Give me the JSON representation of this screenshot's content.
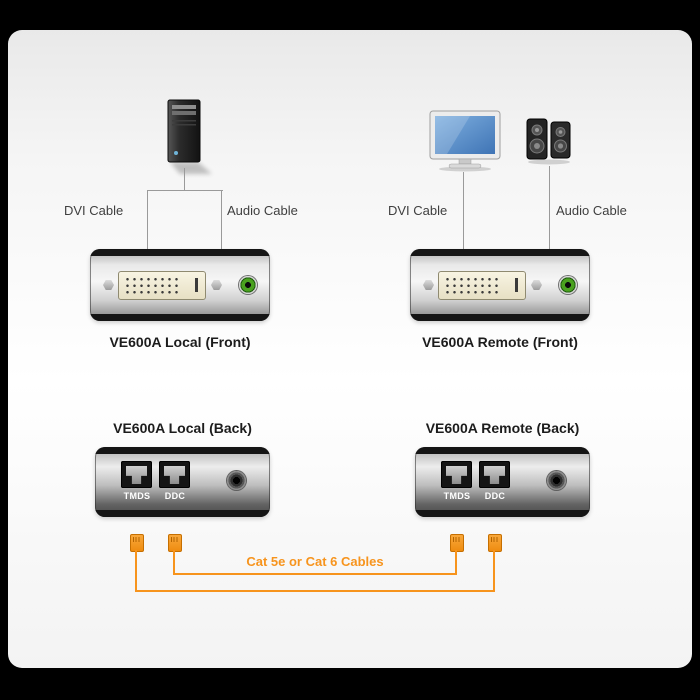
{
  "colors": {
    "accent": "#f7941d",
    "screen_blue": "#3f74b5"
  },
  "top_section": {
    "left": {
      "dvi_cable_label": "DVI Cable",
      "audio_cable_label": "Audio Cable",
      "front_caption": "VE600A Local (Front)"
    },
    "right": {
      "dvi_cable_label": "DVI Cable",
      "audio_cable_label": "Audio Cable",
      "front_caption": "VE600A Remote (Front)"
    }
  },
  "bottom_section": {
    "left": {
      "back_caption": "VE600A Local (Back)",
      "port1_label": "TMDS",
      "port2_label": "DDC"
    },
    "right": {
      "back_caption": "VE600A Remote (Back)",
      "port1_label": "TMDS",
      "port2_label": "DDC"
    },
    "cable_label": "Cat 5e or Cat 6 Cables"
  }
}
